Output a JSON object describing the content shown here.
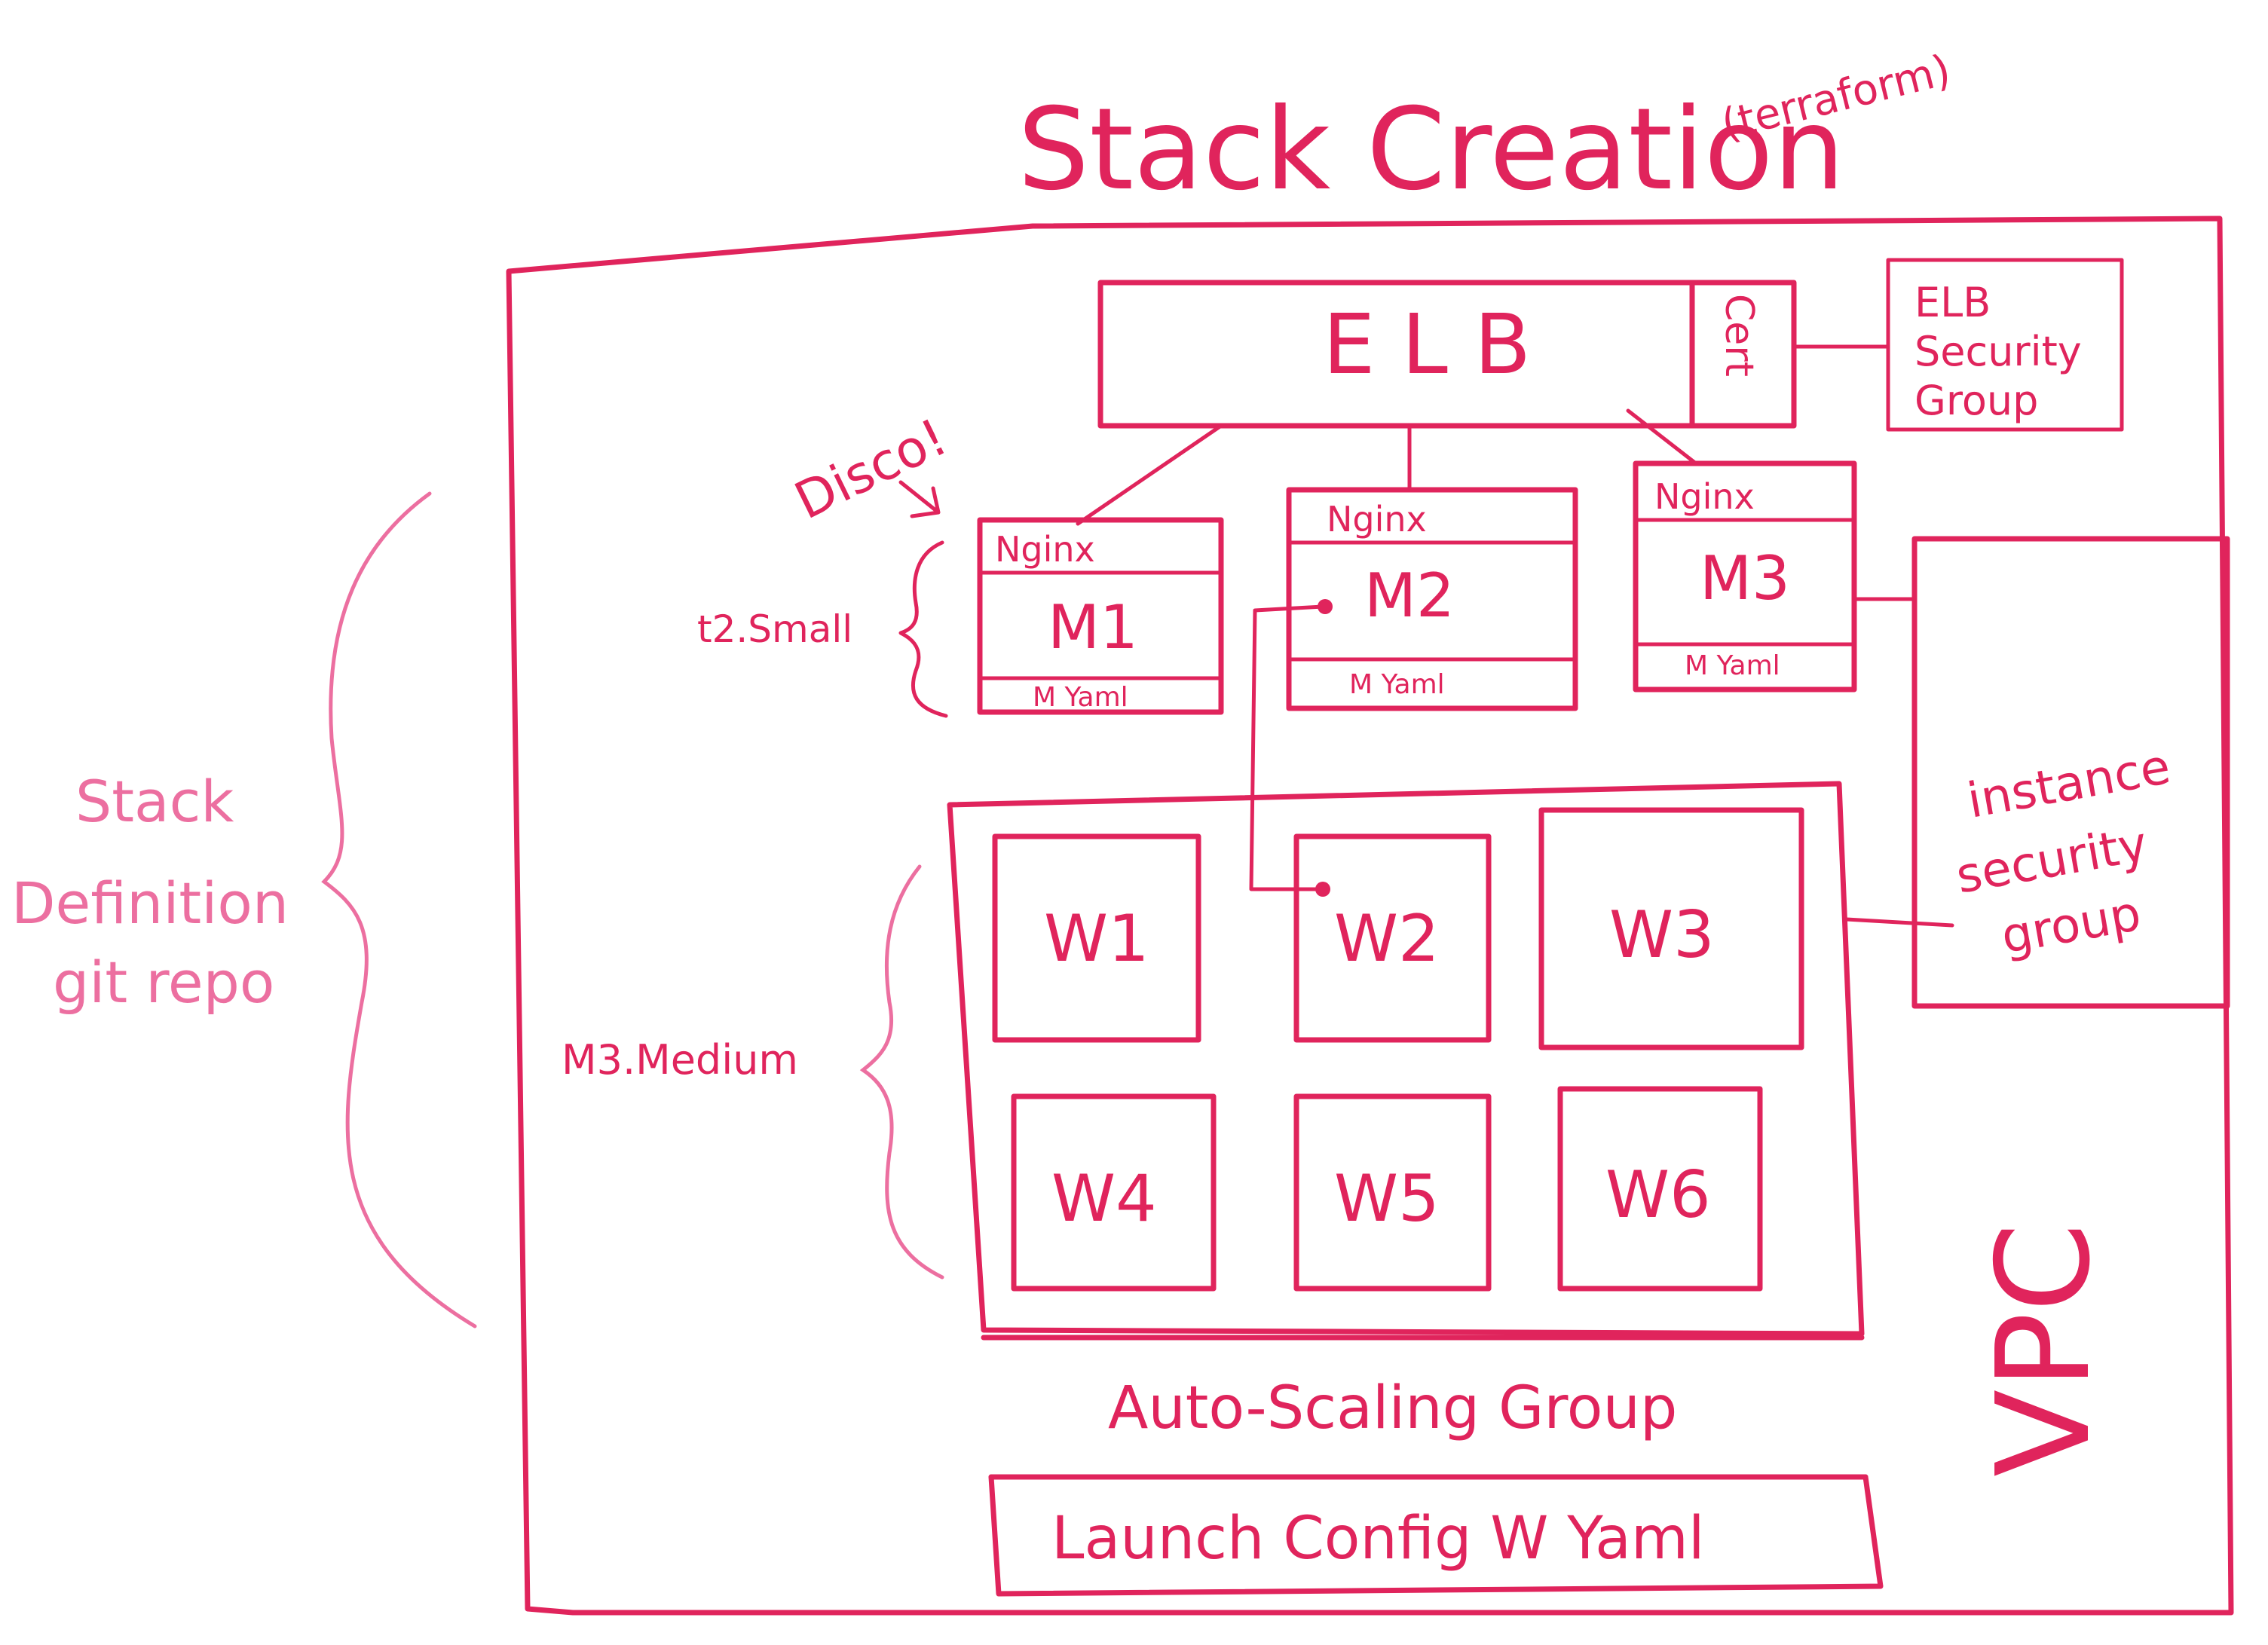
{
  "title": "Stack Creation",
  "title_note": "(terraform)",
  "left_brace_label": [
    "Stack",
    "Definition",
    "git repo"
  ],
  "vpc_label": "VPC",
  "elb": {
    "label": "E L B",
    "cert_label": "Cert",
    "security_group": [
      "ELB",
      "Security",
      "Group"
    ]
  },
  "disco_label": "Disco!",
  "t2_label": "t2.Small",
  "m3_label": "M3.Medium",
  "masters": [
    {
      "top": "Nginx",
      "name": "M1",
      "bottom": "M Yaml"
    },
    {
      "top": "Nginx",
      "name": "M2",
      "bottom": "M Yaml"
    },
    {
      "top": "Nginx",
      "name": "M3",
      "bottom": "M Yaml"
    }
  ],
  "instance_security_group": [
    "instance",
    "security",
    "group"
  ],
  "workers": [
    "W1",
    "W2",
    "W3",
    "W4",
    "W5",
    "W6"
  ],
  "asg_label": "Auto-Scaling Group",
  "launch_config_label": "Launch Config W Yaml",
  "colors": {
    "marker": "#e0245c",
    "pale_marker": "#ec6fa0",
    "background": "#ffffff"
  }
}
